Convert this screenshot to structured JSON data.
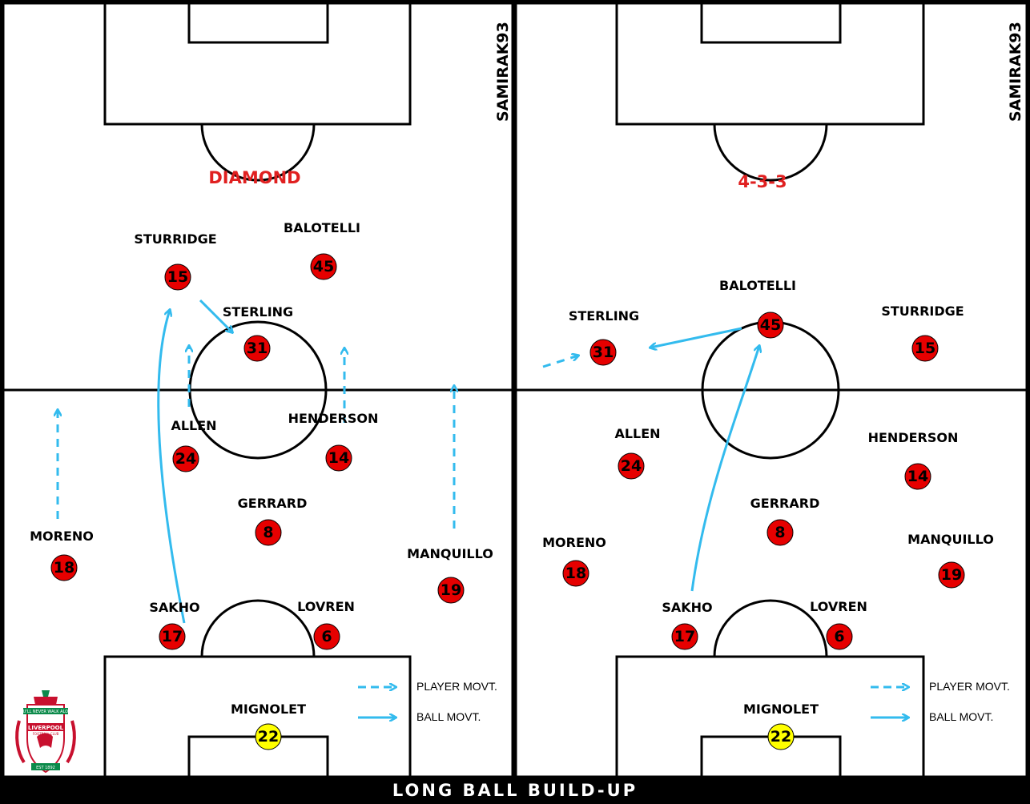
{
  "footer_title": "LONG BALL BUILD-UP",
  "watermark": "SAMIRAK93",
  "legend": {
    "player_movement": "PLAYER MOVT.",
    "ball_movement": "BALL MOVT."
  },
  "colors": {
    "player": "#e60000",
    "keeper": "#ffff00",
    "arrow": "#33bbee",
    "formation": "#e02020",
    "pitch": "#ffffff",
    "lines": "#000000"
  },
  "badge": {
    "motto": "YOU'LL NEVER WALK ALONE",
    "club": "LIVERPOOL",
    "subtitle": "FOOTBALL CLUB",
    "est": "EST 1892"
  },
  "panels": [
    {
      "formation": "DIAMOND",
      "players": [
        {
          "name": "STURRIDGE",
          "number": "15"
        },
        {
          "name": "BALOTELLI",
          "number": "45"
        },
        {
          "name": "STERLING",
          "number": "31"
        },
        {
          "name": "ALLEN",
          "number": "24"
        },
        {
          "name": "HENDERSON",
          "number": "14"
        },
        {
          "name": "GERRARD",
          "number": "8"
        },
        {
          "name": "MORENO",
          "number": "18"
        },
        {
          "name": "MANQUILLO",
          "number": "19"
        },
        {
          "name": "SAKHO",
          "number": "17"
        },
        {
          "name": "LOVREN",
          "number": "6"
        },
        {
          "name": "MIGNOLET",
          "number": "22",
          "keeper": true
        }
      ]
    },
    {
      "formation": "4-3-3",
      "players": [
        {
          "name": "BALOTELLI",
          "number": "45"
        },
        {
          "name": "STERLING",
          "number": "31"
        },
        {
          "name": "STURRIDGE",
          "number": "15"
        },
        {
          "name": "ALLEN",
          "number": "24"
        },
        {
          "name": "HENDERSON",
          "number": "14"
        },
        {
          "name": "GERRARD",
          "number": "8"
        },
        {
          "name": "MORENO",
          "number": "18"
        },
        {
          "name": "MANQUILLO",
          "number": "19"
        },
        {
          "name": "SAKHO",
          "number": "17"
        },
        {
          "name": "LOVREN",
          "number": "6"
        },
        {
          "name": "MIGNOLET",
          "number": "22",
          "keeper": true
        }
      ]
    }
  ]
}
